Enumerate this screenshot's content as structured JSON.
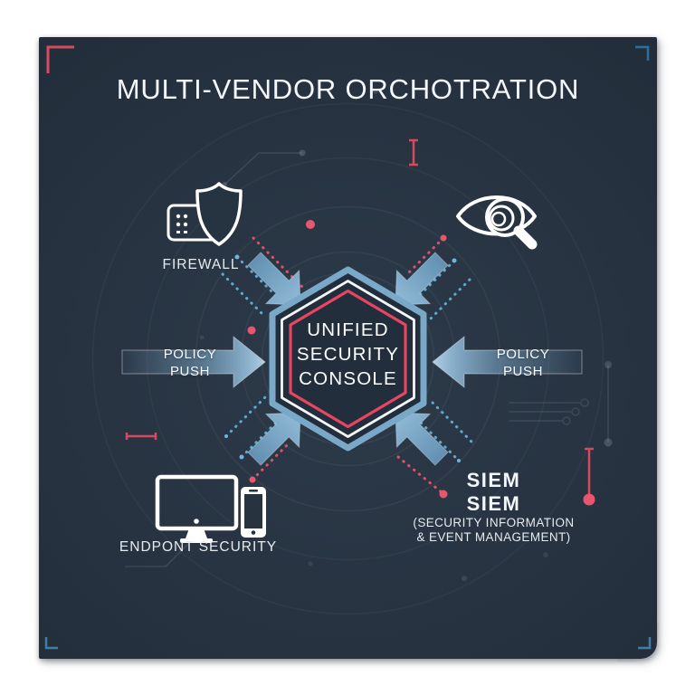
{
  "header": {
    "title": "MULTI-VENDOR ORCHOTRATION"
  },
  "center": {
    "lines": [
      "UNIFIED",
      "SECURITY",
      "CONSOLE"
    ]
  },
  "arrows": {
    "left": {
      "lines": [
        "POLICY",
        "PUSH"
      ]
    },
    "right": {
      "lines": [
        "POLICY",
        "PUSH"
      ]
    }
  },
  "nodes": {
    "firewall": {
      "label": "FIREWALL",
      "icon": "shield-brick-icon"
    },
    "monitoring": {
      "icon": "eye-magnifier-icon"
    },
    "endpoint": {
      "label": "ENDPONT SECURITY",
      "icon": "monitor-phone-icon"
    },
    "siem": {
      "lines": [
        "SIEM",
        "SIEM"
      ],
      "subtitle_lines": [
        "(SECURITY INFORMATION",
        "& EVENT MANAGEMENT)"
      ]
    }
  },
  "colors": {
    "panel_background": "#263341",
    "accent_red": "#e0506b",
    "accent_steel_blue": "#7aa6c6",
    "hexagon_red_ring": "#e84560",
    "hexagon_blue_ring": "#7aa8c8",
    "corner_bracket_red": "#d84a5e",
    "corner_bracket_blue": "#2d6f9f",
    "text_white": "#f4f7fa"
  }
}
